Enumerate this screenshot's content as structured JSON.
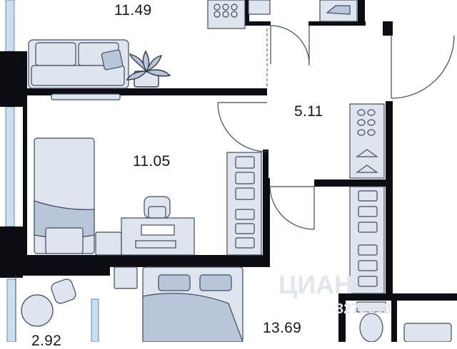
{
  "plan": {
    "rooms": [
      {
        "id": "living-room",
        "area": "11.49"
      },
      {
        "id": "hall",
        "area": "5.11"
      },
      {
        "id": "bedroom",
        "area": "11.05"
      },
      {
        "id": "bedroom-2",
        "area": "13.69"
      },
      {
        "id": "balcony",
        "area": "2.92"
      }
    ],
    "watermark": {
      "brand": "ЦИАН",
      "id": "3272618"
    }
  },
  "colors": {
    "wall": "#0b0d12",
    "furniture_fill": "#dfe5ef",
    "furniture_stroke": "#3f4a5e",
    "accent_fill": "#b9c5d8",
    "window": "#c9dff0",
    "plant": "#2f3a4c",
    "label": "#15181d",
    "watermark": "#e3e6ec"
  }
}
